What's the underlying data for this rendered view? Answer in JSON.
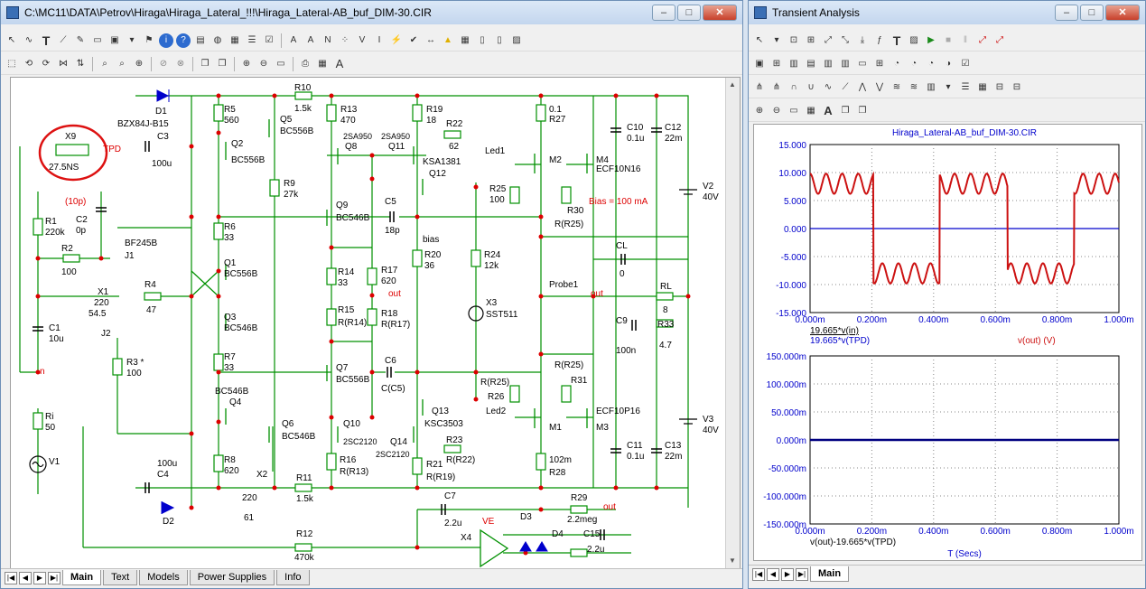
{
  "schematic_window": {
    "title": "C:\\MC11\\DATA\\Petrov\\Hiraga\\Hiraga_Lateral_!!!\\Hiraga_Lateral-AB_buf_DIM-30.CIR",
    "tabs": [
      {
        "label": "Main",
        "active": true
      },
      {
        "label": "Text"
      },
      {
        "label": "Models"
      },
      {
        "label": "Power Supplies"
      },
      {
        "label": "Info"
      }
    ],
    "labels": {
      "d1": "D1",
      "d1_model": "BZX84J-B15",
      "x9": "X9",
      "x9_val": "27.5NS",
      "tpd": "TPD",
      "c3": "C3",
      "c3_val": "100u",
      "r5": "R5",
      "r5_val": "560",
      "q5": "Q5",
      "q5_model": "BC556B",
      "q2": "Q2",
      "q2_model": "BC556B",
      "r10": "R10",
      "r10_val": "1.5k",
      "r13": "R13",
      "r13_val": "470",
      "r19": "R19",
      "r19_val": "18",
      "r22": "R22",
      "r22_val": "62",
      "q8": "Q8",
      "q8_model": "2SA950",
      "q11": "Q11",
      "q11_model": "2SA950",
      "r27_val": "0.1",
      "r27": "R27",
      "c10": "C10",
      "c10_val": "0.1u",
      "c12": "C12",
      "c12_val": "22m",
      "led1": "Led1",
      "q12": "Q12",
      "q12_model": "KSA1381",
      "m2": "M2",
      "m4": "M4",
      "m4_model": "ECF10N16",
      "r9": "R9",
      "r9_val": "27k",
      "r25": "R25",
      "r25_val": "100",
      "r30": "R30",
      "r30_val": "R(R25)",
      "bias_note": "Bias = 100 mA",
      "v2": "V2",
      "v2_val": "40V",
      "c2_note": "(10p)",
      "c2": "C2",
      "c2_val": "0p",
      "r1": "R1",
      "r1_val": "220k",
      "j1_model": "BF245B",
      "j1": "J1",
      "q9": "Q9",
      "q9_model": "BC546B",
      "c5": "C5",
      "c5_val": "18p",
      "r6": "R6",
      "r6_val": "33",
      "r2": "R2",
      "r2_val": "100",
      "bias": "bias",
      "r20": "R20",
      "r20_val": "36",
      "r24": "R24",
      "r24_val": "12k",
      "cl": "CL",
      "cl_val": "0",
      "q1": "Q1",
      "q1_model": "BC556B",
      "r14": "R14",
      "r14_val": "33",
      "r17": "R17",
      "r17_val": "620",
      "x1": "X1",
      "x1_val": "220",
      "x1_pos": "54.5",
      "r4": "R4",
      "r4_val": "47",
      "probe1": "Probe1",
      "out": "out",
      "rl": "RL",
      "rl_val": "8",
      "x3": "X3",
      "x3_model": "SST511",
      "r15": "R15",
      "r15_val": "R(R14)",
      "r18": "R18",
      "r18_val": "R(R17)",
      "j2": "J2",
      "q3": "Q3",
      "q3_model": "BC546B",
      "c1": "C1",
      "c1_val": "10u",
      "c9": "C9",
      "c9_val": "100n",
      "r33": "R33",
      "r33_val": "4.7",
      "r3": "R3 *",
      "r3_val": "100",
      "r7": "R7",
      "r7_val": "33",
      "c6": "C6",
      "c6_val": "C(C5)",
      "q7": "Q7",
      "q7_model": "BC556B",
      "r25b": "R(R25)",
      "r31": "R31",
      "r26_val": "R(R25)",
      "r26": "R26",
      "n": "n",
      "q4_model": "BC546B",
      "q4": "Q4",
      "q13": "Q13",
      "q13_model": "KSC3503",
      "led2": "Led2",
      "ecf10p16": "ECF10P16",
      "m1": "M1",
      "m3": "M3",
      "ri": "Ri",
      "ri_val": "50",
      "v3": "V3",
      "v3_val": "40V",
      "q10": "Q10",
      "q10_model": "2SC2120",
      "q14": "Q14",
      "q14_model": "2SC2120",
      "q6": "Q6",
      "q6_model": "BC546B",
      "r23": "R23",
      "r23_val": "R(R22)",
      "r21": "R21",
      "r21_val": "R(R19)",
      "r16": "R16",
      "r16_val": "R(R13)",
      "r8": "R8",
      "r8_val": "620",
      "x2": "X2",
      "x2_val": "220",
      "x2_pos": "61",
      "r28_val": "102m",
      "r28": "R28",
      "c11": "C11",
      "c11_val": "0.1u",
      "c13": "C13",
      "c13_val": "22m",
      "v1": "V1",
      "c4_val": "100u",
      "c4": "C4",
      "r11": "R11",
      "r11_val": "1.5k",
      "d2": "D2",
      "c7": "C7",
      "c7_val": "2.2u",
      "r29": "R29",
      "r29_val": "2.2meg",
      "out2": "out",
      "d3": "D3",
      "ve": "VE",
      "r12": "R12",
      "r12_val": "470k",
      "x4": "X4",
      "d4": "D4",
      "c15": "C15",
      "c15_val": "2.2u"
    }
  },
  "analysis_window": {
    "title": "Transient Analysis",
    "tabs": [
      {
        "label": "Main",
        "active": true
      }
    ],
    "plot1": {
      "title": "Hiraga_Lateral-AB_buf_DIM-30.CIR",
      "y_ticks": [
        "15.000",
        "10.000",
        "5.000",
        "0.000",
        "-5.000",
        "-10.000",
        "-15.000"
      ],
      "x_ticks": [
        "0.000m",
        "0.200m",
        "0.400m",
        "0.600m",
        "0.800m",
        "1.000m"
      ],
      "legend_left_1": "19.665*v(in)",
      "legend_left_2": "19.665*v(TPD)",
      "legend_right": "v(out) (V)"
    },
    "plot2": {
      "y_ticks": [
        "150.000m",
        "100.000m",
        "50.000m",
        "0.000m",
        "-50.000m",
        "-100.000m",
        "-150.000m"
      ],
      "x_ticks": [
        "0.000m",
        "0.200m",
        "0.400m",
        "0.600m",
        "0.800m",
        "1.000m"
      ],
      "legend": "v(out)-19.665*v(TPD)",
      "xlabel": "T (Secs)"
    },
    "colors": {
      "trace": "#cc1111",
      "axis": "#0000cc",
      "grid": "#888888",
      "error_trace": "#000080"
    }
  }
}
